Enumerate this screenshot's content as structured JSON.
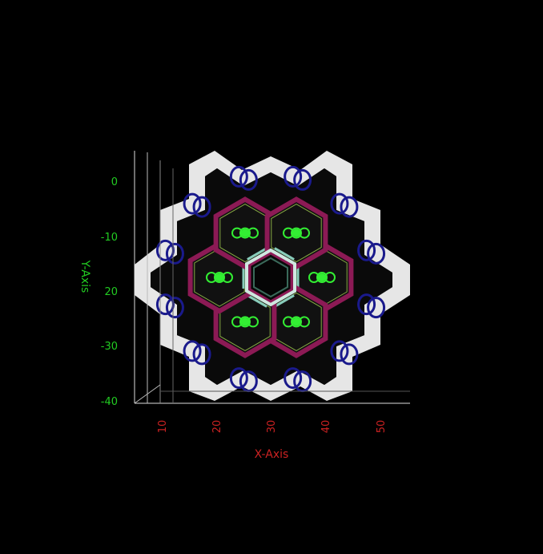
{
  "axes": {
    "x_title": "X-Axis",
    "y_title": "Y-Axis",
    "x_ticks": [
      "10",
      "20",
      "30",
      "40",
      "50"
    ],
    "y_ticks": [
      "0",
      "-10",
      "20",
      "-30",
      "-40"
    ]
  },
  "colors": {
    "background": "#000000",
    "x_axis_text": "#cc2222",
    "y_axis_text": "#22cc22",
    "outer_ring": "#e6e6e6",
    "blue_blobs": "#1a1a8c",
    "green_patterns": "#33ee33",
    "magenta_band": "#8c1a55",
    "teal_bars": "#88ccbb"
  },
  "layout_geometry_note": ""
}
